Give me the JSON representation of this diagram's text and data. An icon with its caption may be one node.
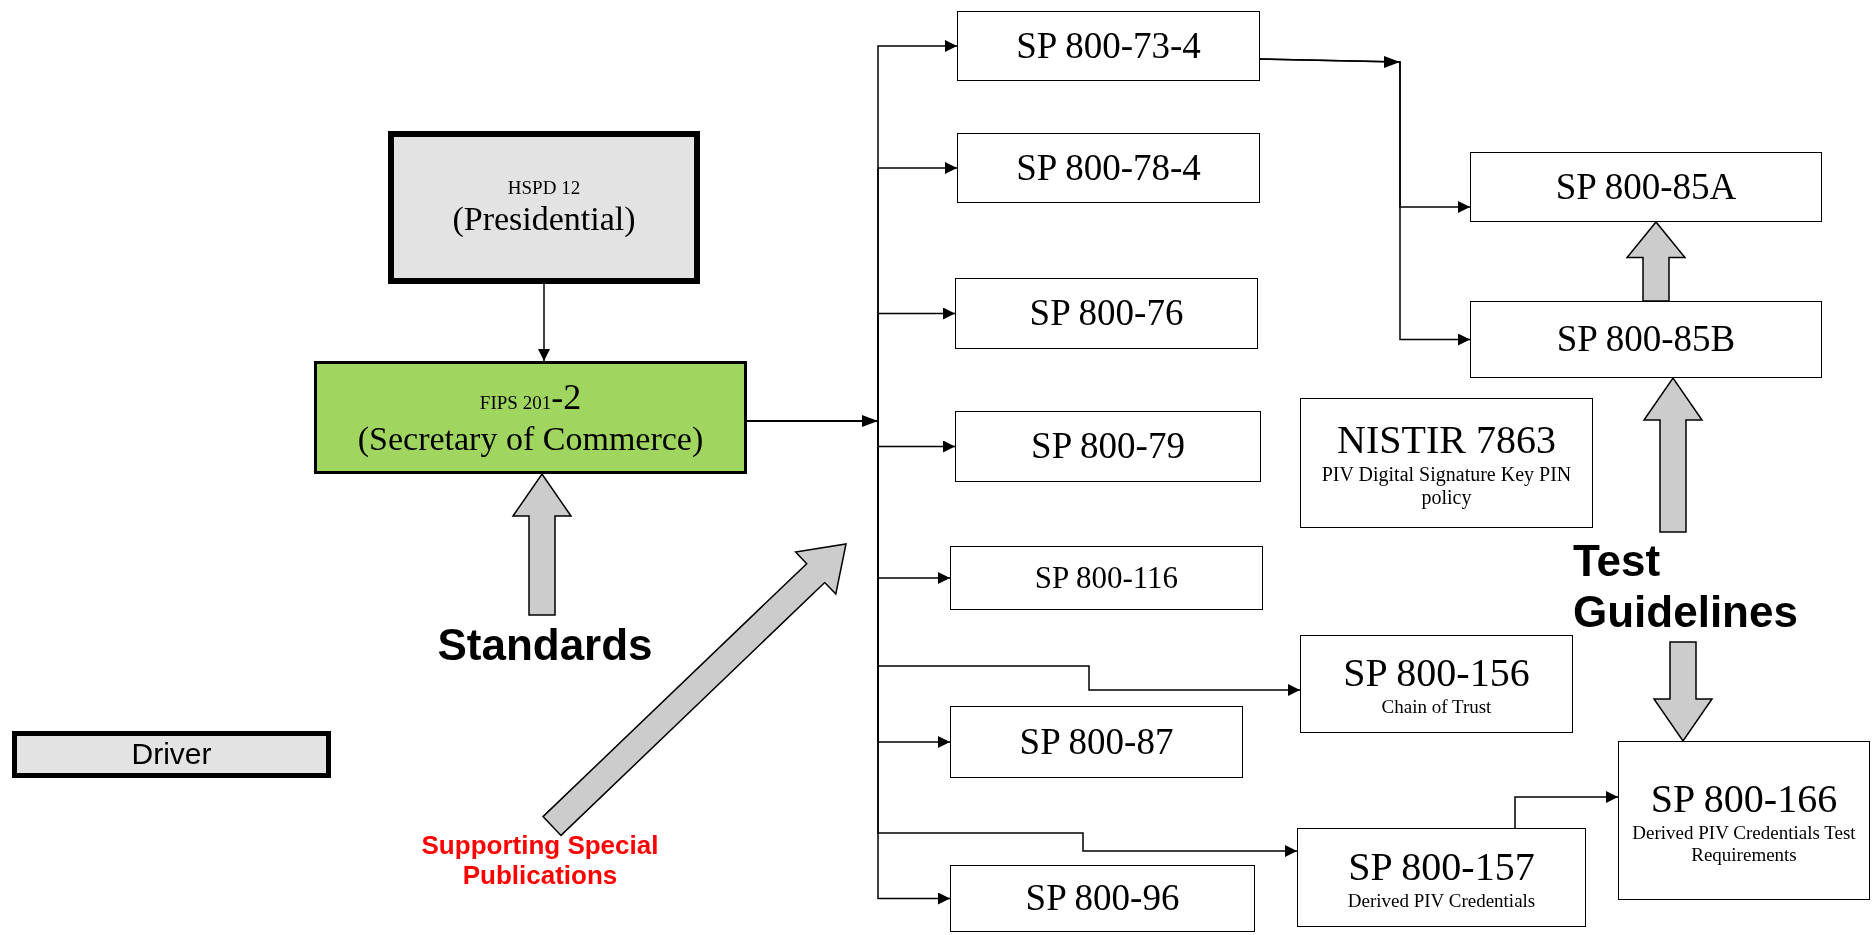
{
  "diagram": {
    "nodes": [
      {
        "text": [
          "HSPD 12",
          "(Presidential)"
        ]
      },
      {
        "text": [
          "FIPS 201",
          "-2",
          "(Secretary of Commerce)"
        ]
      },
      {
        "text": [
          "Driver"
        ]
      },
      {
        "text": [
          "SP 800-73-4"
        ]
      },
      {
        "text": [
          "SP 800-78-4"
        ]
      },
      {
        "text": [
          "SP 800-76"
        ]
      },
      {
        "text": [
          "SP 800-79"
        ]
      },
      {
        "text": [
          "SP 800-116"
        ]
      },
      {
        "text": [
          "SP 800-156",
          "Chain of Trust"
        ]
      },
      {
        "text": [
          "SP 800-87"
        ]
      },
      {
        "text": [
          "SP 800-157",
          "Derived PIV Credentials"
        ]
      },
      {
        "text": [
          "SP 800-96"
        ]
      },
      {
        "text": [
          "SP 800-85A"
        ]
      },
      {
        "text": [
          "SP 800-85B"
        ]
      },
      {
        "text": [
          "NISTIR 7863",
          "PIV Digital Signature Key PIN policy"
        ]
      },
      {
        "text": [
          "SP 800-166",
          "Derived PIV Credentials Test Requirements"
        ]
      },
      {
        "text": [
          "Standards"
        ]
      },
      {
        "text": [
          "Supporting Special Publications"
        ]
      },
      {
        "text": [
          "Test Guidelines"
        ]
      }
    ],
    "edges": [
      {
        "from": 0,
        "to": 1,
        "arrow": "to"
      },
      {
        "from": 1,
        "to": 3,
        "arrow": "to"
      },
      {
        "from": 1,
        "to": 4,
        "arrow": "to"
      },
      {
        "from": 1,
        "to": 5,
        "arrow": "to"
      },
      {
        "from": 1,
        "to": 6,
        "arrow": "to"
      },
      {
        "from": 1,
        "to": 7,
        "arrow": "to"
      },
      {
        "from": 1,
        "to": 8,
        "arrow": "to"
      },
      {
        "from": 1,
        "to": 9,
        "arrow": "to"
      },
      {
        "from": 1,
        "to": 10,
        "arrow": "to"
      },
      {
        "from": 1,
        "to": 11,
        "arrow": "to"
      },
      {
        "from": 3,
        "to": 12,
        "arrow": "to"
      },
      {
        "from": 3,
        "to": 13,
        "arrow": "to"
      },
      {
        "from": 10,
        "to": 15,
        "arrow": "to"
      },
      {
        "from": 16,
        "to": 1,
        "arrow": "to",
        "style": "thick",
        "color": "#cccccc"
      },
      {
        "from": 17,
        "to": null,
        "arrow": "to",
        "style": "thick",
        "color": "#cccccc"
      },
      {
        "from": 18,
        "to": 13,
        "arrow": "to",
        "style": "thick",
        "color": "#cccccc"
      },
      {
        "from": 13,
        "to": 12,
        "arrow": "to",
        "style": "thick",
        "color": "#cccccc"
      },
      {
        "from": 18,
        "to": 15,
        "arrow": "to",
        "style": "thick",
        "color": "#cccccc"
      }
    ]
  }
}
